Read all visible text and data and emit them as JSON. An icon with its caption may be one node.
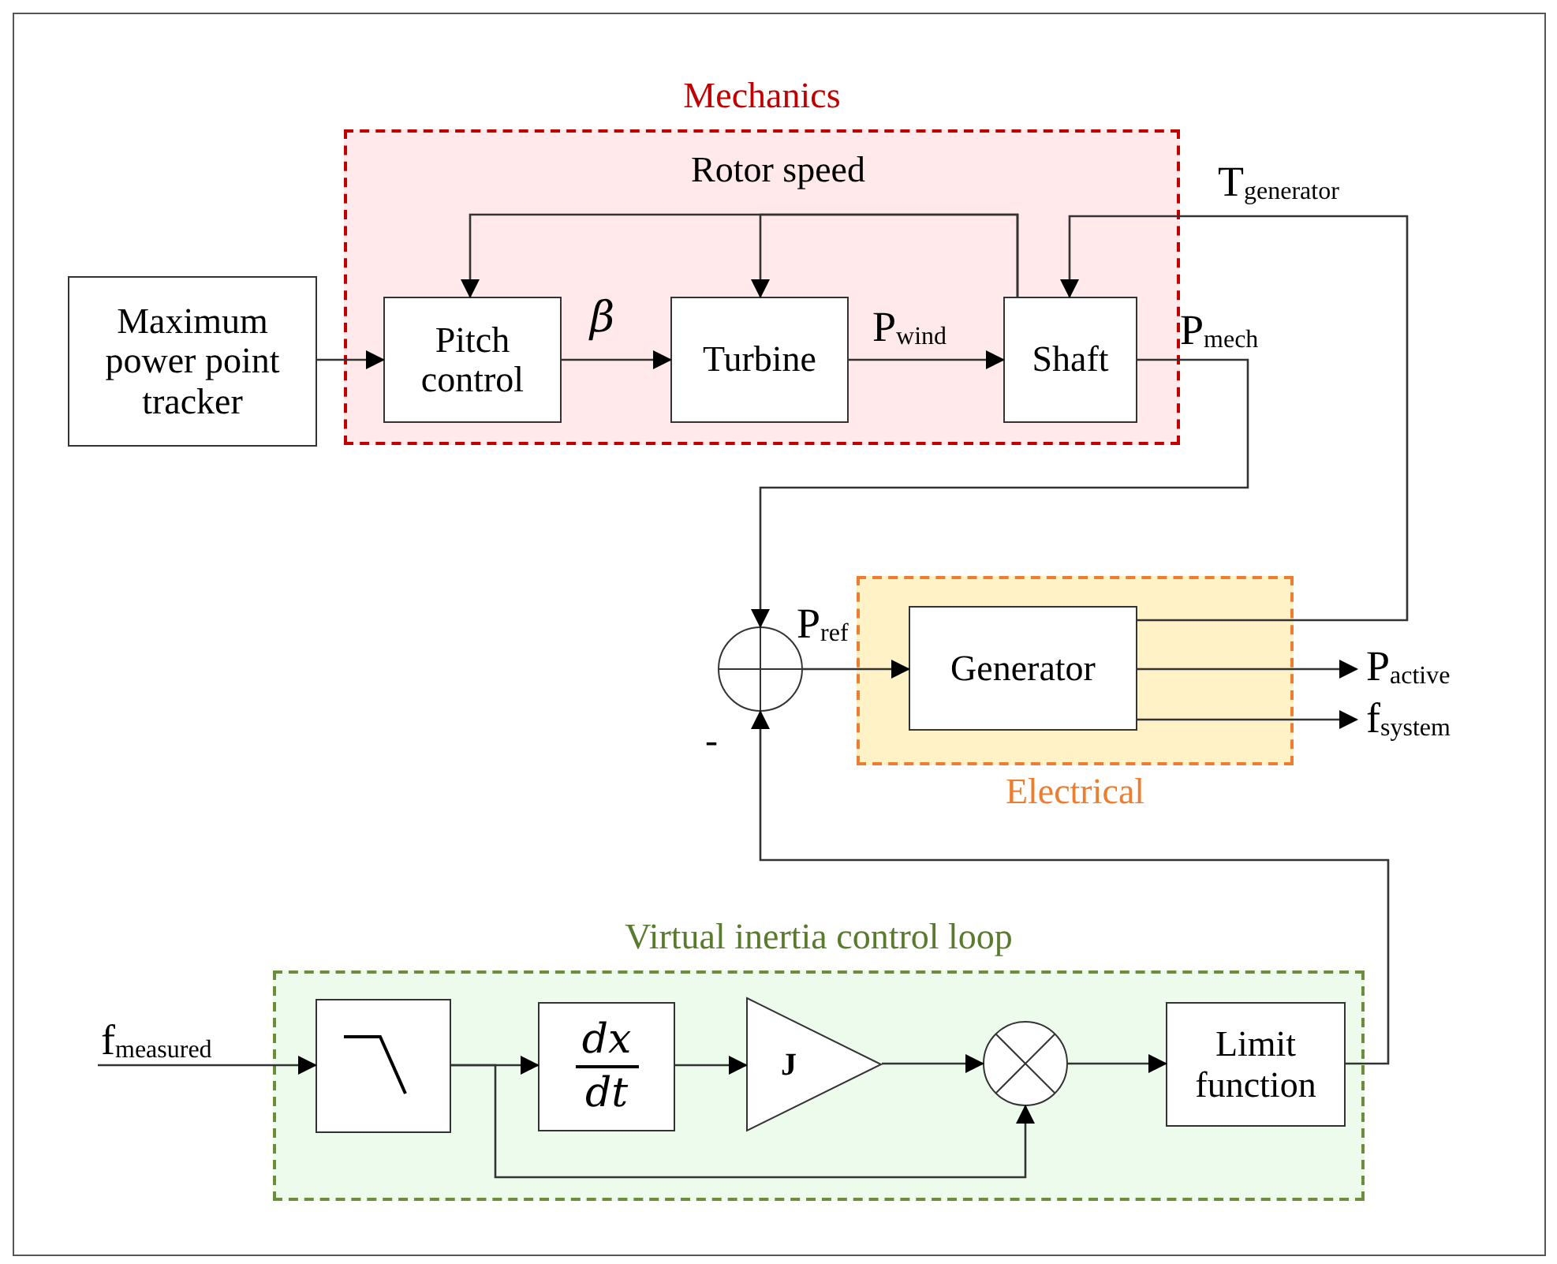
{
  "diagram": {
    "nodes": [
      {
        "text": [
          "Mechanics"
        ]
      },
      {
        "text": [
          "Maximum power point tracker"
        ]
      },
      {
        "text": [
          "Pitch control"
        ],
        "in": 0
      },
      {
        "text": [
          "Turbine"
        ],
        "in": 0
      },
      {
        "text": [
          "Shaft"
        ],
        "in": 0
      },
      {
        "text": [],
        "shape": "circle",
        "beside": [
          "-"
        ]
      },
      {
        "text": [
          "Electrical"
        ]
      },
      {
        "text": [
          "Generator"
        ],
        "in": 6
      },
      {
        "text": [
          "P$_{active}$"
        ]
      },
      {
        "text": [
          "f$_{system}$"
        ]
      },
      {
        "text": [
          "Virtual inertia control loop"
        ]
      },
      {
        "text": [],
        "shape": "box",
        "in": 10
      },
      {
        "text": [
          "dx",
          "dt"
        ],
        "in": 10
      },
      {
        "text": [
          "J"
        ],
        "in": 10
      },
      {
        "text": [],
        "shape": "circle",
        "in": 10
      },
      {
        "text": [
          "Limit function"
        ],
        "in": 10
      },
      {
        "text": [
          "f$_{measured}$"
        ]
      }
    ],
    "edges": [
      {
        "from": 1,
        "to": 2,
        "arrow": "to"
      },
      {
        "from": 2,
        "to": 3,
        "arrow": "to",
        "label": "β"
      },
      {
        "from": 3,
        "to": 4,
        "arrow": "to",
        "label": "P$_{wind}$"
      },
      {
        "from": 4,
        "to": 2,
        "arrow": "to",
        "label": "Rotor speed"
      },
      {
        "from": 4,
        "to": 3,
        "arrow": "to"
      },
      {
        "from": 7,
        "to": 4,
        "arrow": "to",
        "label": "T$_{generator}$"
      },
      {
        "from": 4,
        "to": 5,
        "arrow": "to",
        "label": "P$_{mech}$"
      },
      {
        "from": 5,
        "to": 7,
        "arrow": "to",
        "label": "P$_{ref}$"
      },
      {
        "from": 7,
        "to": 8,
        "arrow": "to"
      },
      {
        "from": 7,
        "to": 9,
        "arrow": "to"
      },
      {
        "from": 16,
        "to": 11,
        "arrow": "to"
      },
      {
        "from": 11,
        "to": 12,
        "arrow": "to"
      },
      {
        "from": 11,
        "to": 14,
        "arrow": "to"
      },
      {
        "from": 12,
        "to": 13,
        "arrow": "to"
      },
      {
        "from": 13,
        "to": 14,
        "arrow": "to"
      },
      {
        "from": 14,
        "to": 15,
        "arrow": "to"
      },
      {
        "from": 15,
        "to": 5,
        "arrow": "to"
      }
    ]
  }
}
